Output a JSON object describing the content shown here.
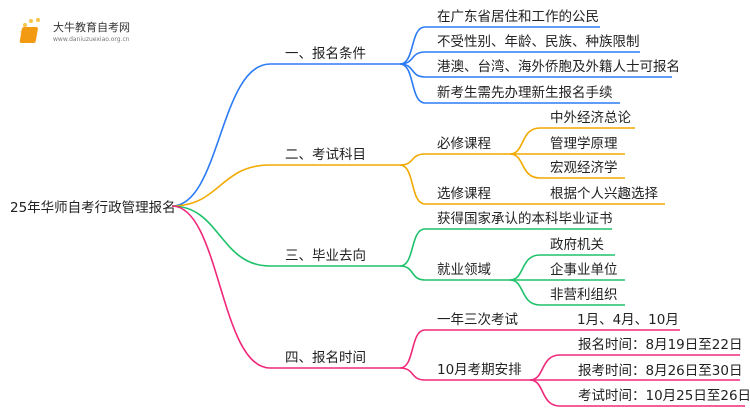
{
  "logo": {
    "title": "大牛教育自考网",
    "url": "www.daniuzuexiao.org.cn"
  },
  "root": "25年华师自考行政管理报名",
  "colors": {
    "b1": "#2b7bf5",
    "b2": "#f2a900",
    "b3": "#1fc26b",
    "b4": "#f0287a"
  },
  "branches": [
    {
      "label": "一、报名条件",
      "children": [
        "在广东省居住和工作的公民",
        "不受性别、年龄、民族、种族限制",
        "港澳、台湾、海外侨胞及外籍人士可报名",
        "新考生需先办理新生报名手续"
      ]
    },
    {
      "label": "二、考试科目",
      "children": [
        {
          "label": "必修课程",
          "children": [
            "中外经济总论",
            "管理学原理",
            "宏观经济学"
          ]
        },
        {
          "label": "选修课程",
          "children": [
            "根据个人兴趣选择"
          ]
        }
      ]
    },
    {
      "label": "三、毕业去向",
      "children": [
        {
          "label": "获得国家承认的本科毕业证书"
        },
        {
          "label": "就业领域",
          "children": [
            "政府机关",
            "企事业单位",
            "非营利组织"
          ]
        }
      ]
    },
    {
      "label": "四、报名时间",
      "children": [
        {
          "label": "一年三次考试",
          "children": [
            "1月、4月、10月"
          ]
        },
        {
          "label": "10月考期安排",
          "children": [
            "报名时间：8月19日至22日",
            "报考时间：8月26日至30日",
            "考试时间：10月25日至26日"
          ]
        }
      ]
    }
  ]
}
